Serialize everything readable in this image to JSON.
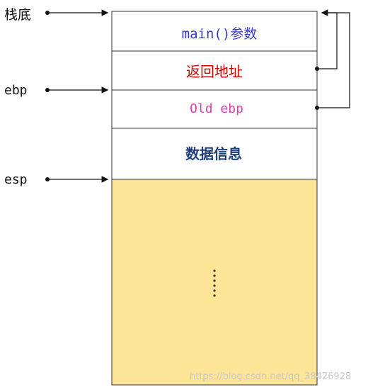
{
  "diagram": {
    "pointers": {
      "stack_bottom": "栈底",
      "ebp": "ebp",
      "esp": "esp"
    },
    "cells": {
      "main_params": "main()参数",
      "return_address": "返回地址",
      "old_ebp": "Old ebp",
      "data_info": "数据信息"
    },
    "colors": {
      "main_params_text": "#3a3acc",
      "return_address_text": "#d40000",
      "old_ebp_text": "#e040b0",
      "data_info_text": "#1f3f7a",
      "free_area": "#fde598",
      "border": "#333333"
    }
  },
  "watermark": "https://blog.csdn.net/qq_38426928"
}
